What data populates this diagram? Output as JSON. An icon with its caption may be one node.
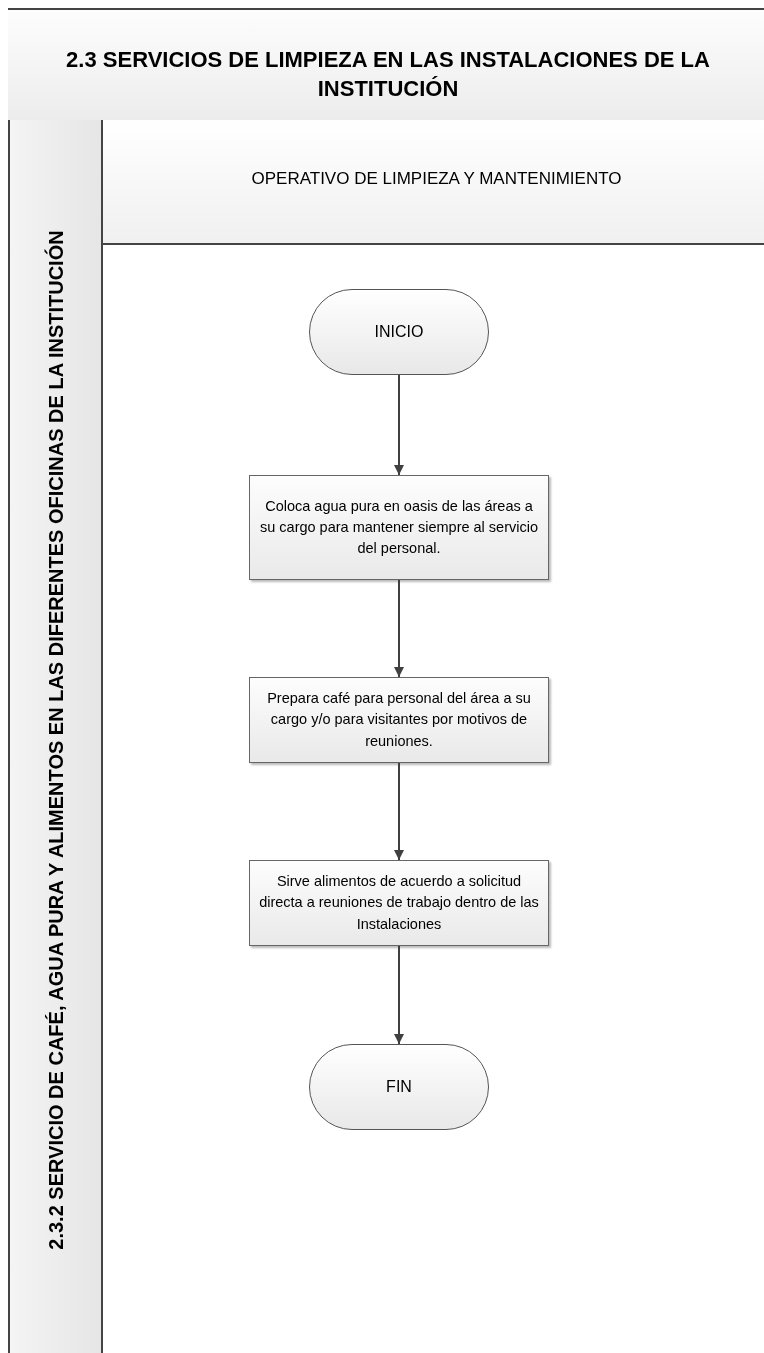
{
  "diagram": {
    "nodes": [
      {
        "text": [
          "2.3 SERVICIOS DE LIMPIEZA EN LAS INSTALACIONES DE LA INSTITUCIÓN"
        ]
      },
      {
        "text": [
          "2.3.2 SERVICIO DE CAFÉ, AGUA PURA Y ALIMENTOS EN LAS DIFERENTES OFICINAS DE LA INSTITUCIÓN"
        ],
        "in": 0
      },
      {
        "text": [
          "OPERATIVO DE LIMPIEZA Y MANTENIMIENTO"
        ],
        "in": 0
      },
      {
        "text": [
          "INICIO"
        ],
        "in": 0
      },
      {
        "text": [
          "Coloca  agua pura en oasis de las áreas a su cargo para mantener siempre al servicio del personal."
        ],
        "in": 0
      },
      {
        "text": [
          "Prepara café para personal del área a su cargo y/o para visitantes por motivos de reuniones."
        ],
        "in": 0
      },
      {
        "text": [
          "Sirve alimentos de acuerdo a solicitud  directa a reuniones de trabajo dentro de las Instalaciones"
        ],
        "in": 0
      },
      {
        "text": [
          "FIN"
        ],
        "in": 0
      }
    ],
    "edges": [
      {
        "from": 3,
        "to": 4,
        "arrow": "to"
      },
      {
        "from": 4,
        "to": 5,
        "arrow": "to"
      },
      {
        "from": 5,
        "to": 6,
        "arrow": "to"
      },
      {
        "from": 6,
        "to": 7,
        "arrow": "to"
      }
    ]
  }
}
